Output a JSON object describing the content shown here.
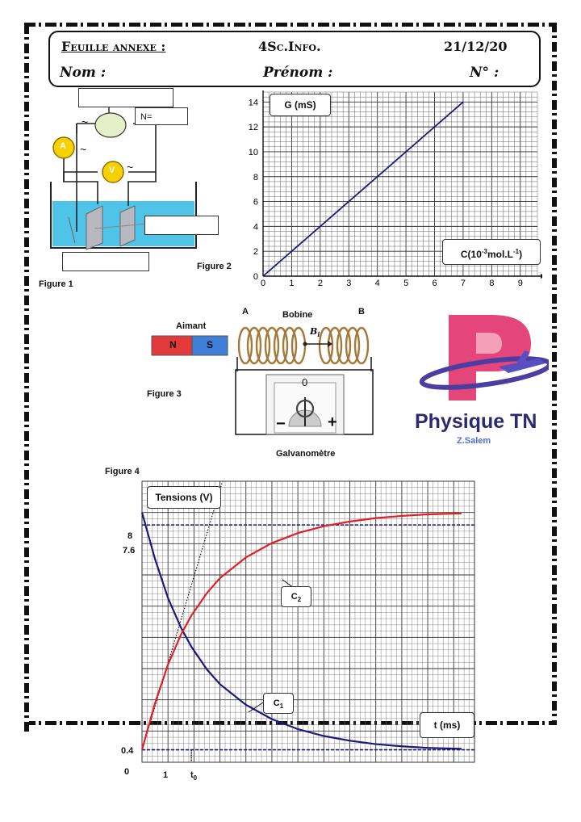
{
  "header": {
    "left": "Feuille annexe :",
    "center": "4Sc.Info.",
    "date": "21/12/20",
    "nom": "Nom :",
    "prenom": "Prénom :",
    "numero": "N° :"
  },
  "figure1": {
    "caption": "Figure 1",
    "n_label": "N=",
    "ammeter": "A",
    "voltmeter": "V",
    "tilde": "~"
  },
  "figure2": {
    "caption": "Figure 2",
    "chart_data": {
      "type": "line",
      "ylabel": "G (mS)",
      "xlabel_base": "C(10",
      "xlabel_exp": "-3",
      "xlabel_mid": "mol.L",
      "xlabel_exp2": "-1",
      "xlabel_end": ")",
      "x_ticks": [
        "0",
        "1",
        "2",
        "3",
        "4",
        "5",
        "6",
        "7",
        "8",
        "9"
      ],
      "y_ticks": [
        "0",
        "2",
        "4",
        "6",
        "8",
        "10",
        "12",
        "14"
      ],
      "xlim": [
        0,
        9.6
      ],
      "ylim": [
        0,
        14.8
      ],
      "grid": true,
      "series": [
        {
          "x": [
            0,
            7
          ],
          "y": [
            0,
            14
          ]
        }
      ]
    }
  },
  "figure3": {
    "caption": "Figure 3",
    "magnet_label": "Aimant",
    "magnet_n": "N",
    "magnet_s": "S",
    "coil_label": "Bobine",
    "end_a": "A",
    "end_b": "B",
    "field_label": "B",
    "field_sub": "i",
    "galvanometer_label": "Galvanomètre",
    "galvo_zero": "0",
    "galvo_minus": "−",
    "galvo_plus": "+"
  },
  "logo": {
    "title": "Physique TN",
    "author": "Z.Salem",
    "letter": "P"
  },
  "figure4": {
    "caption": "Figure 4",
    "chart_data": {
      "type": "line",
      "ylabel": "Tensions (V)",
      "xlabel": "t (ms)",
      "y_tick_labels": [
        "8",
        "7.6",
        "0.4",
        "0"
      ],
      "x_tick_labels": [
        "1",
        "t",
        "0"
      ],
      "xlim": [
        0,
        12.8
      ],
      "ylim": [
        0,
        9
      ],
      "asymptotes": [
        7.6,
        0.4
      ],
      "t0": 1.9,
      "series": [
        {
          "name": "C1",
          "label_main": "C",
          "label_sub": "1",
          "color": "#1a1a7a",
          "x": [
            0,
            0.5,
            1,
            1.5,
            1.9,
            2.5,
            3,
            4,
            5,
            6,
            7,
            8,
            9,
            10,
            11,
            12.3
          ],
          "y": [
            8,
            6.51,
            5.26,
            4.31,
            3.7,
            2.97,
            2.5,
            1.84,
            1.38,
            1.06,
            0.84,
            0.69,
            0.58,
            0.51,
            0.46,
            0.43
          ]
        },
        {
          "name": "C2",
          "label_main": "C",
          "label_sub": "2",
          "color": "#e21f26",
          "x": [
            0,
            0.5,
            1,
            1.5,
            1.9,
            2.5,
            3,
            4,
            5,
            6,
            7,
            8,
            9,
            10,
            11,
            12.3
          ],
          "y": [
            0.4,
            1.89,
            3.13,
            4.09,
            4.7,
            5.42,
            5.9,
            6.56,
            7.02,
            7.34,
            7.56,
            7.71,
            7.82,
            7.89,
            7.94,
            7.97
          ]
        }
      ]
    }
  }
}
